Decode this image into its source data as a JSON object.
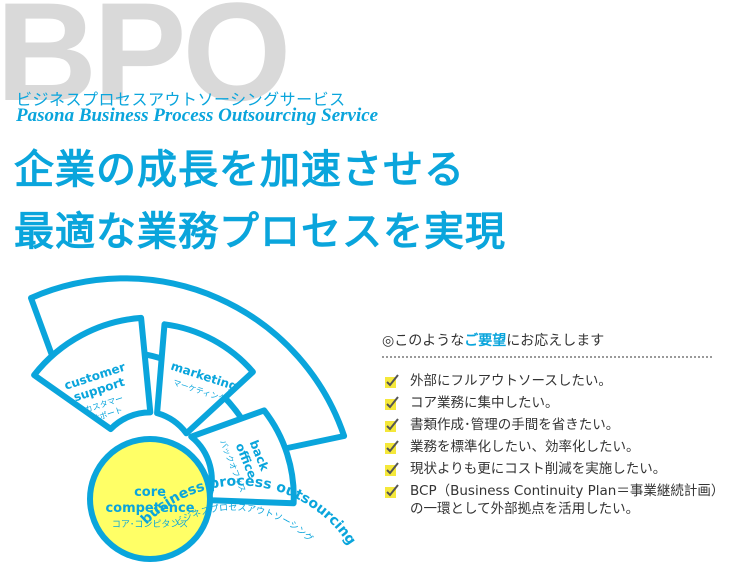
{
  "bg_letters": "BPO",
  "subtitle_jp": "ビジネスプロセスアウトソーシングサービス",
  "subtitle_en": "Pasona Business Process Outsourcing Service",
  "headline": [
    "企業の成長を加速させる",
    "最適な業務プロセスを実現"
  ],
  "fan": {
    "outer_en": "business process outsourcing",
    "outer_jp": "ビジネスプロセスアウトソーシング",
    "customer_en_1": "customer",
    "customer_en_2": "support",
    "customer_jp_1": "カスタマー",
    "customer_jp_2": "サポート",
    "marketing_en": "marketing",
    "marketing_jp": "マーケティング",
    "back_en_1": "back",
    "back_en_2": "office",
    "back_jp": "バックオフィス",
    "core_en_1": "core",
    "core_en_2": "competence",
    "core_jp": "コア･コンピタンス"
  },
  "requests": {
    "title_prefix": "◎このような",
    "title_strong": "ご要望",
    "title_suffix": "にお応えします",
    "items": [
      "外部にフルアウトソースしたい。",
      "コア業務に集中したい。",
      "書類作成･管理の手間を省きたい。",
      "業務を標準化したい、効率化したい。",
      "現状よりも更にコスト削減を実施したい。"
    ],
    "last_line_1": "BCP（Business Continuity Plan＝事業継続計画）",
    "last_line_2": "の一環として外部拠点を活用したい。"
  },
  "colors": {
    "accent": "#0aa5dc",
    "core": "#ffff66",
    "check": "#f5e83a"
  }
}
